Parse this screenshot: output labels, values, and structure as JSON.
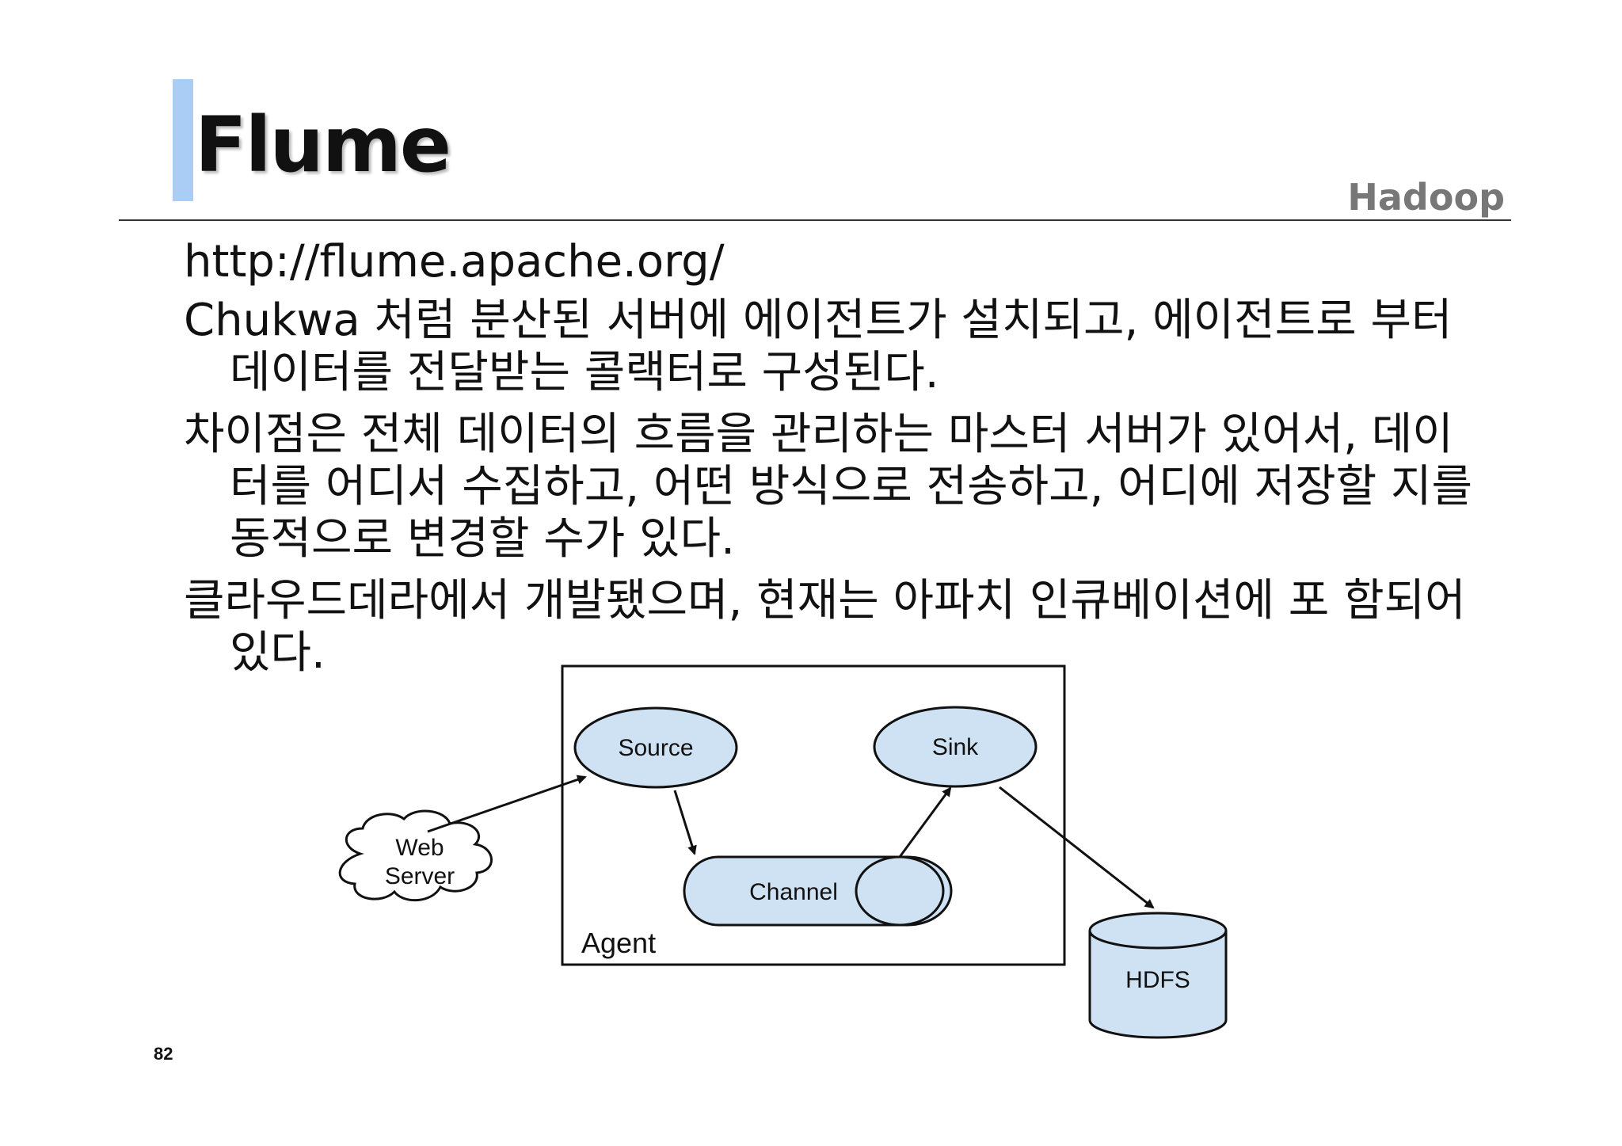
{
  "slide": {
    "title": "Flume",
    "section": "Hadoop",
    "page_number": "82"
  },
  "body": {
    "url": "http://flume.apache.org/",
    "paragraphs": [
      "Chukwa 처럼 분산된 서버에 에이전트가 설치되고, 에이전트로 부터 데이터를 전달받는 콜랙터로 구성된다.",
      "차이점은 전체 데이터의 흐름을 관리하는 마스터 서버가 있어서, 데이터를 어디서 수집하고, 어떤 방식으로 전송하고, 어디에 저장할 지를 동적으로 변경할 수가 있다.",
      "클라우드데라에서 개발됐으며, 현재는 아파치 인큐베이션에 포 함되어 있다."
    ]
  },
  "diagram": {
    "agent_label": "Agent",
    "source_label": "Source",
    "sink_label": "Sink",
    "channel_label": "Channel",
    "web_label_line1": "Web",
    "web_label_line2": "Server",
    "hdfs_label": "HDFS",
    "colors": {
      "node_fill": "#cfe2f3",
      "stroke": "#111111",
      "accent_bar": "#a9cdf5"
    }
  }
}
